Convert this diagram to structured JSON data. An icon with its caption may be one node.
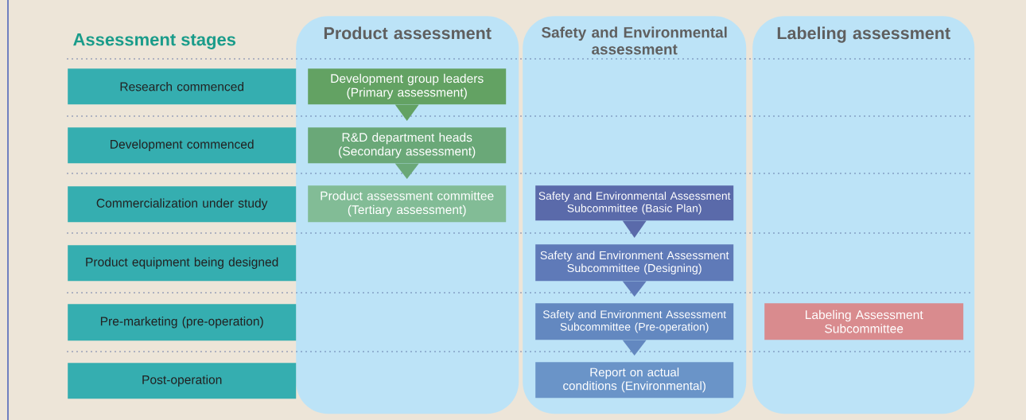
{
  "diagram": {
    "nodes": [
      {
        "text": [
          "Product assessment"
        ]
      },
      {
        "text": [
          "Development group leaders (Primary assessment)"
        ],
        "in": 0
      },
      {
        "text": [
          "R&D department heads (Secondary assessment)"
        ],
        "in": 0
      },
      {
        "text": [
          "Product assessment committee (Tertiary assessment)"
        ],
        "in": 0
      },
      {
        "text": [
          "Safety and Environmental assessment"
        ]
      },
      {
        "text": [
          "Safety and Environmental Assessment Subcommittee (Basic Plan)"
        ],
        "in": 4
      },
      {
        "text": [
          "Safety and Environment Assessment Subcommittee (Designing)"
        ],
        "in": 4
      },
      {
        "text": [
          "Safety and Environment Assessment Subcommittee (Pre-operation)"
        ],
        "in": 4
      },
      {
        "text": [
          "Report on actual conditions (Environmental)"
        ],
        "in": 4
      },
      {
        "text": [
          "Labeling assessment"
        ]
      },
      {
        "text": [
          "Labeling Assessment Subcommittee"
        ],
        "in": 9
      },
      {
        "text": [
          "Research commenced"
        ]
      },
      {
        "text": [
          "Development commenced"
        ]
      },
      {
        "text": [
          "Commercialization under study"
        ]
      },
      {
        "text": [
          "Product equipment being designed"
        ]
      },
      {
        "text": [
          "Pre-marketing (pre-operation)"
        ]
      },
      {
        "text": [
          "Post-operation"
        ]
      }
    ],
    "edges": [
      {
        "from": 1,
        "to": 2,
        "arrow": "to"
      },
      {
        "from": 2,
        "to": 3,
        "arrow": "to"
      },
      {
        "from": 5,
        "to": 6,
        "arrow": "to"
      },
      {
        "from": 6,
        "to": 7,
        "arrow": "to"
      },
      {
        "from": 7,
        "to": 8,
        "arrow": "to"
      }
    ],
    "labels": [
      "Assessment stages"
    ]
  }
}
